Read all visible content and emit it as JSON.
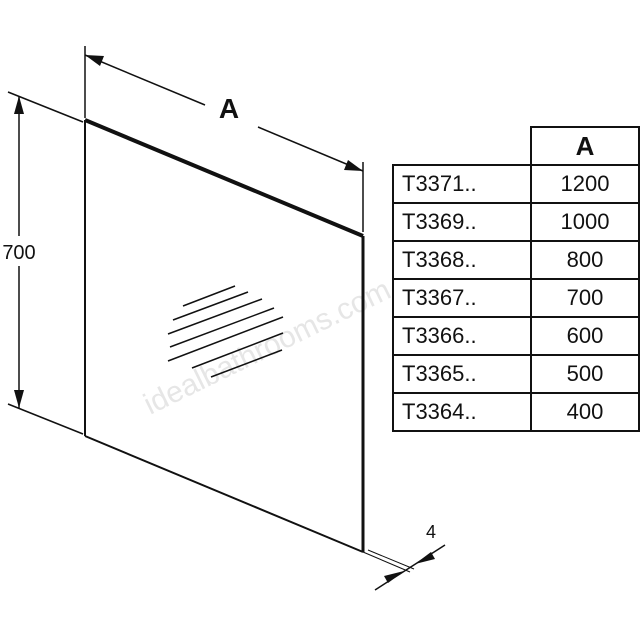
{
  "drawing": {
    "width_label": "A",
    "height_label": "700",
    "depth_label": "4",
    "watermark": "idealbathrooms.com"
  },
  "table": {
    "header": "A",
    "rows": [
      {
        "code": "T3371..",
        "value": "1200"
      },
      {
        "code": "T3369..",
        "value": "1000"
      },
      {
        "code": "T3368..",
        "value": "800"
      },
      {
        "code": "T3367..",
        "value": "700"
      },
      {
        "code": "T3366..",
        "value": "600"
      },
      {
        "code": "T3365..",
        "value": "500"
      },
      {
        "code": "T3364..",
        "value": "400"
      }
    ]
  },
  "colors": {
    "line": "#111111",
    "watermark": "#e6e6e6"
  }
}
